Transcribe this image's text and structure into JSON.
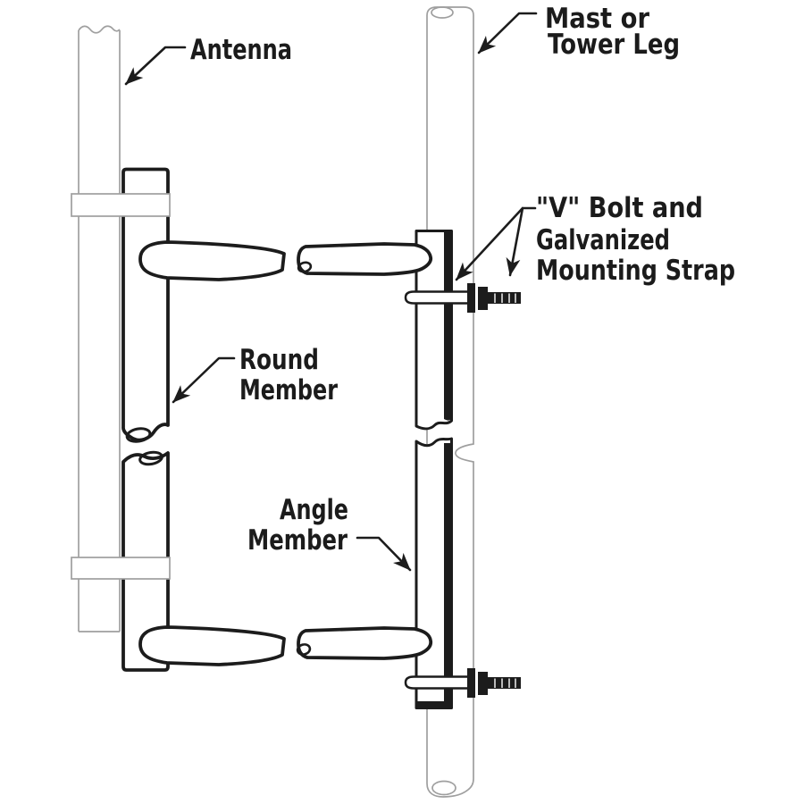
{
  "colors": {
    "background": "#ffffff",
    "ink": "#1c1c1c",
    "light_pipe_ink": "#9f9f9f"
  },
  "labels": {
    "antenna": {
      "text": "Antenna"
    },
    "mast": {
      "line1": "Mast or",
      "line2": "Tower Leg"
    },
    "v_bolt": {
      "line1": "\"V\" Bolt and",
      "line2": "Galvanized",
      "line3": "Mounting Strap"
    },
    "round_member": {
      "line1": "Round",
      "line2": "Member"
    },
    "angle_member": {
      "line1": "Angle",
      "line2": "Member"
    }
  },
  "icons": {
    "leader_arrow": "filled-triangle-arrowhead",
    "pipe_break": "wavy-break-with-curl"
  }
}
